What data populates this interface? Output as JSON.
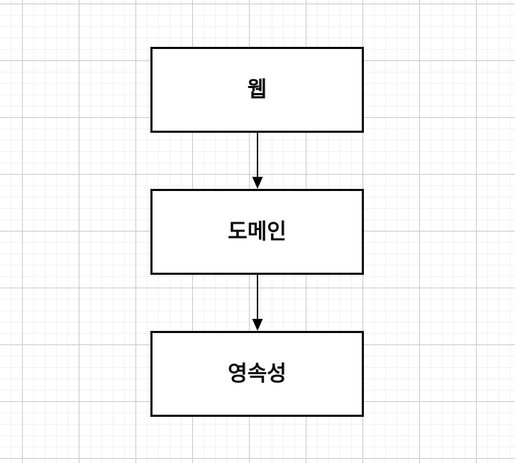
{
  "diagram": {
    "type": "flowchart",
    "orientation": "vertical",
    "background": "graph-paper-grid",
    "colors": {
      "node_border": "#0a0a0a",
      "node_fill": "#ffffff",
      "edge": "#000000",
      "grid_minor": "#f1f1f1",
      "grid_major": "#c8c8c8",
      "text": "#0d0d0d"
    },
    "nodes": [
      {
        "id": "web",
        "label": "웹"
      },
      {
        "id": "domain",
        "label": "도메인"
      },
      {
        "id": "persistence",
        "label": "영속성"
      }
    ],
    "edges": [
      {
        "from": "웹",
        "to": "도메인",
        "arrow": "down"
      },
      {
        "from": "도메인",
        "to": "영속성",
        "arrow": "down"
      }
    ]
  }
}
